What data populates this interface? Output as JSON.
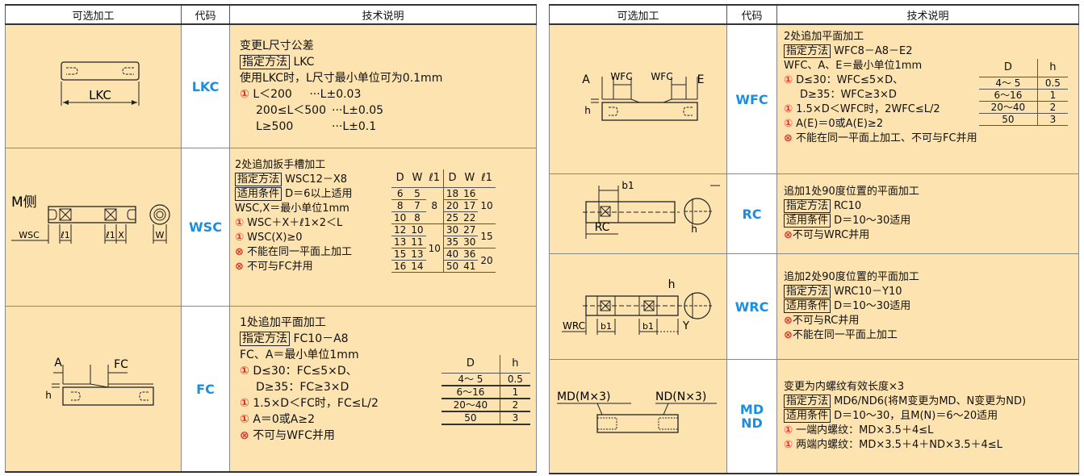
{
  "left": {
    "headers": [
      "可选加工",
      "代码",
      "技术说明"
    ],
    "lkc": {
      "code": "LKC",
      "fig_label": "LKC",
      "title": "变更L尺寸公差",
      "method_label": "指定方法",
      "method_value": "LKC",
      "line3": "使用LKC时，L尺寸最小单位可为0.1mm",
      "warn": "!",
      "rows": [
        {
          "cond": "L＜200",
          "tol": "···L±0.03"
        },
        {
          "cond": "200≤L＜500",
          "tol": "···L±0.05"
        },
        {
          "cond": "L≥500",
          "tol": "···L±0.1"
        }
      ]
    },
    "wsc": {
      "code": "WSC",
      "fig_side": "M侧",
      "fig_labels": [
        "WSC",
        "ℓ1",
        "ℓ1",
        "X",
        "W"
      ],
      "title": "2处追加扳手槽加工",
      "method_label": "指定方法",
      "method_value": "WSC12－X8",
      "cond_label": "适用条件",
      "cond_value": "D＝6以上适用",
      "line4": "WSC,X＝最小单位1mm",
      "w1": "WSC＋X＋ℓ1×2＜L",
      "w2": "WSC(X)≥0",
      "p1": "不能在同一平面上加工",
      "p2": "不可与FC并用",
      "table": {
        "headers": [
          "D",
          "W",
          "ℓ1",
          "D",
          "W",
          "ℓ1"
        ],
        "left": [
          [
            "6",
            "5"
          ],
          [
            "8",
            "7"
          ],
          [
            "10",
            "8"
          ],
          [
            "12",
            "10"
          ],
          [
            "13",
            "11"
          ],
          [
            "15",
            "13"
          ],
          [
            "16",
            "14"
          ]
        ],
        "left_l1": [
          "8",
          "10"
        ],
        "right": [
          [
            "18",
            "16"
          ],
          [
            "20",
            "17"
          ],
          [
            "25",
            "22"
          ],
          [
            "30",
            "27"
          ],
          [
            "35",
            "30"
          ],
          [
            "40",
            "36"
          ],
          [
            "50",
            "41"
          ]
        ],
        "right_l1": [
          "10",
          "15",
          "20"
        ]
      }
    },
    "fc": {
      "code": "FC",
      "fig_labels": [
        "A",
        "FC",
        "h"
      ],
      "title": "1处追加平面加工",
      "method_label": "指定方法",
      "method_value": "FC10－A8",
      "line3": "FC、A＝最小单位1mm",
      "w1": "D≤30：FC≤5×D、",
      "w1b": "D≥35：FC≥3×D",
      "w2": "1.5×D＜FC时，FC≤L/2",
      "w3": "A＝0或A≥2",
      "p1": "不可与WFC并用",
      "table": {
        "headers": [
          "D",
          "h"
        ],
        "rows": [
          [
            "4～ 5",
            "0.5"
          ],
          [
            "6～16",
            "1"
          ],
          [
            "20～40",
            "2"
          ],
          [
            "50",
            "3"
          ]
        ]
      }
    }
  },
  "right": {
    "headers": [
      "可选加工",
      "代码",
      "技术说明"
    ],
    "wfc": {
      "code": "WFC",
      "fig_labels": [
        "A",
        "WFC",
        "WFC",
        "E",
        "h"
      ],
      "title": "2处追加平面加工",
      "method_label": "指定方法",
      "method_value": "WFC8－A8－E2",
      "line3": "WFC、A、E＝最小单位1mm",
      "w1": "D≤30：WFC≤5×D、",
      "w1b": "D≥35：WFC≥3×D",
      "w2": "1.5×D＜WFC时，2WFC≤L/2",
      "w3": "A(E)＝0或A(E)≥2",
      "p1": "不能在同一平面上加工、不可与FC并用",
      "table": {
        "headers": [
          "D",
          "h"
        ],
        "rows": [
          [
            "4～ 5",
            "0.5"
          ],
          [
            "6～16",
            "1"
          ],
          [
            "20～40",
            "2"
          ],
          [
            "50",
            "3"
          ]
        ]
      }
    },
    "rc": {
      "code": "RC",
      "fig_labels": [
        "b1",
        "RC",
        "h"
      ],
      "title": "追加1处90度位置的平面加工",
      "method_label": "指定方法",
      "method_value": "RC10",
      "cond_label": "适用条件",
      "cond_value": "D＝10～30适用",
      "p1": "不可与WRC并用"
    },
    "wrc": {
      "code": "WRC",
      "fig_labels": [
        "h",
        "WRC",
        "b1",
        "b1",
        "Y"
      ],
      "title": "追加2处90度位置的平面加工",
      "method_label": "指定方法",
      "method_value": "WRC10－Y10",
      "cond_label": "适用条件",
      "cond_value": "D＝10～30适用",
      "p1": "不可与RC并用",
      "p2": "不能在同一平面上加工"
    },
    "mdnd": {
      "code1": "MD",
      "code2": "ND",
      "fig_labels": [
        "MD(M×3)",
        "ND(N×3)"
      ],
      "title": "变更为内螺纹有效长度×3",
      "method_label": "指定方法",
      "method_value": "MD6/ND6(将M变更为MD、N变更为ND)",
      "cond_label": "适用条件",
      "cond_value": "D＝10～30，且M(N)＝6～20适用",
      "w1": "一端内螺纹：MD×3.5＋4≤L",
      "w2": "两端内螺纹：MD×3.5＋4＋ND×3.5＋4≤L"
    }
  },
  "colors": {
    "cell_bg": "#fde3b0",
    "code_blue": "#1a8ee0",
    "warn_red": "#e0312a"
  }
}
